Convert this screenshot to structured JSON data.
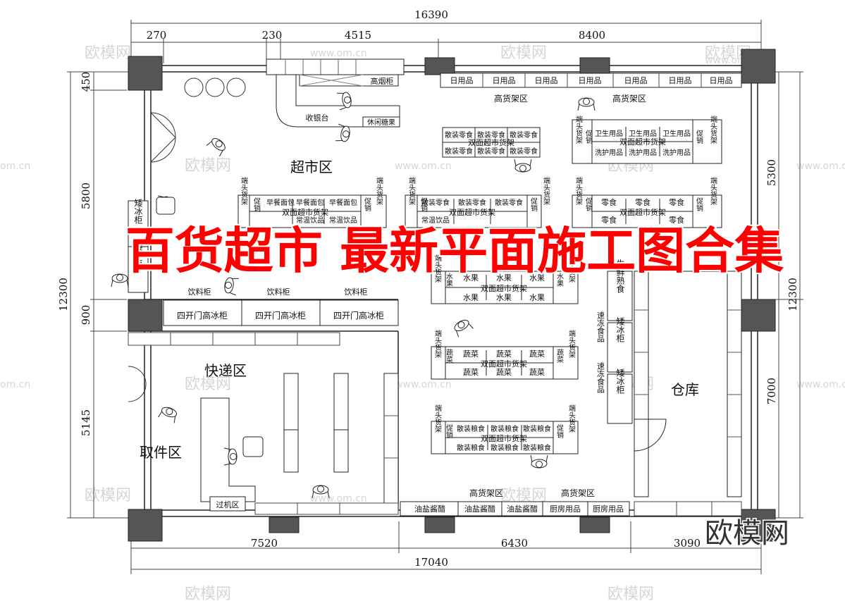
{
  "title_banner": "百货超市 最新平面施工图合集",
  "watermark_brand": "欧模网",
  "watermark_small": "欧模网",
  "watermark_url": "www.om.cn",
  "watermark_url_short": "om.cn",
  "dimensions": {
    "top_total": "16390",
    "top_a": "270",
    "top_b": "230",
    "top_c": "4515",
    "top_d": "8400",
    "left_a": "450",
    "left_b": "5800",
    "left_c": "900",
    "left_d": "5145",
    "left_total": "12300",
    "right_a": "5300",
    "right_b": "7000",
    "right_total": "12300",
    "bottom_a": "7520",
    "bottom_b": "6430",
    "bottom_c": "3090",
    "bottom_total": "17040"
  },
  "zones": {
    "supermarket": "超市区",
    "express": "快递区",
    "pickup": "取件区",
    "warehouse": "仓库",
    "security": "过机区"
  },
  "labels": {
    "cigarette_cabinet": "高烟柜",
    "cashier": "收银台",
    "snack_rack": "休闲糖果",
    "daily_goods": "日用品",
    "high_shelf_area": "高货架区",
    "bulk_snacks": "散装零食",
    "double_shelf": "双面超市货架",
    "end_shelf": "端头货架",
    "promotion": "促销",
    "sanitary": "卫生用品",
    "washcare": "洗护用品",
    "breakfast_bread": "早餐面包",
    "ambient_drinks": "常温饮品",
    "snacks": "零食",
    "low_freezer": "矮冰柜",
    "beverage_cabinet": "饮料柜",
    "four_door_fridge": "四开门高冰柜",
    "fruit": "水果",
    "vegetables": "蔬菜",
    "bulk_grain": "散装粮食",
    "fresh_deli": "生鲜熟食",
    "frozen_food": "速冻食品",
    "oil_salt": "油盐酱醋",
    "kitchen": "厨房用品"
  }
}
